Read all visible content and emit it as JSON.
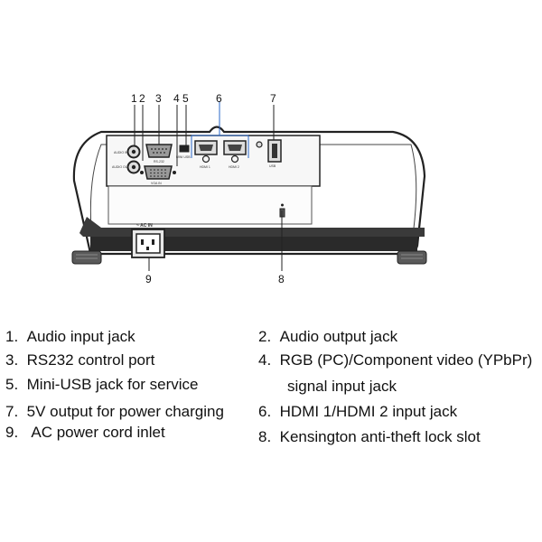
{
  "callouts": [
    "1",
    "2",
    "3",
    "4",
    "5",
    "6",
    "7",
    "8",
    "9"
  ],
  "port_labels": {
    "audio_in": "AUDIO IN",
    "audio_out": "AUDIO OUT",
    "rs232": "RS-232",
    "vga": "VGA IN",
    "mini_usb": "MINI USB",
    "hdmi1": "HDMI 1",
    "hdmi2": "HDMI 2",
    "usb": "USB",
    "power": "~ AC IN"
  },
  "legend": [
    {
      "num": "1.",
      "text": "Audio input jack"
    },
    {
      "num": "2.",
      "text": "Audio output jack"
    },
    {
      "num": "3.",
      "text": "RS232 control port"
    },
    {
      "num": "4.",
      "text": "RGB (PC)/Component video (YPbPr)"
    },
    {
      "num": "",
      "text": "signal input jack"
    },
    {
      "num": "5.",
      "text": "Mini-USB jack for service"
    },
    {
      "num": "7.",
      "text": "5V output for power charging"
    },
    {
      "num": "6.",
      "text": "HDMI 1/HDMI 2 input jack"
    },
    {
      "num": "9.",
      "text": "AC power cord inlet"
    },
    {
      "num": "8.",
      "text": "Kensington anti-theft lock slot"
    }
  ]
}
